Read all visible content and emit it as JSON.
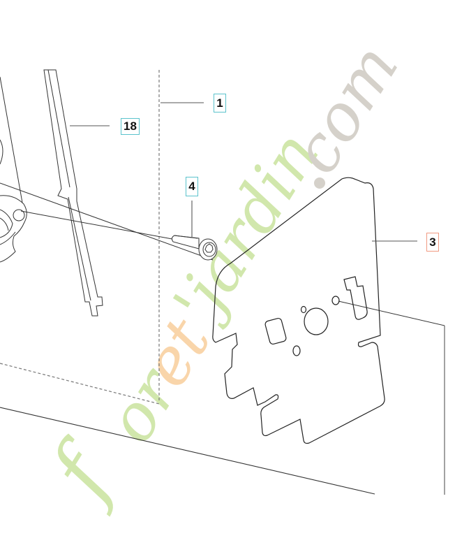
{
  "diagram": {
    "type": "exploded parts diagram",
    "background": "#ffffff",
    "line_color": "#222222",
    "leader_color": "#555555",
    "callout_border_default": "#5bc3cc",
    "callout_border_highlight": "#f19a82"
  },
  "callouts": [
    {
      "id": "1",
      "label": "1",
      "part": "assembly reference (dashed axis)",
      "highlighted": false
    },
    {
      "id": "18",
      "label": "18",
      "part": "rod / strip",
      "highlighted": false
    },
    {
      "id": "4",
      "label": "4",
      "part": "torx screw",
      "highlighted": false
    },
    {
      "id": "3",
      "label": "3",
      "part": "gasket plate",
      "highlighted": true
    }
  ],
  "watermark": {
    "text_green": "foretjardin",
    "text_orange_letters": "e",
    "text_grey": ".com",
    "color_green": "#c9e3a0",
    "color_orange": "#f9d3a6",
    "color_grey": "#d3cfc8"
  }
}
